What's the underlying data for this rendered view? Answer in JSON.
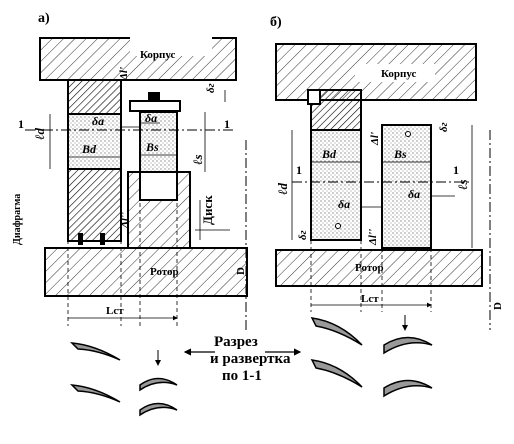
{
  "panel_a": {
    "label": "а)",
    "korpus": "Корпус",
    "rotor": "Ротор",
    "disk": "Диск",
    "diafragma": "Диафрагма",
    "bd": "Bd",
    "bs": "Bs",
    "delta_a_d": "δa",
    "delta_a_s": "δa",
    "delta_g": "δг",
    "delta_l_top": "Δl'",
    "delta_l_bot": "Δl''",
    "l_d": "ℓd",
    "l_s": "ℓs",
    "section": "1",
    "section_r": "1",
    "d": "D",
    "lst": "Lст"
  },
  "panel_b": {
    "label": "б)",
    "korpus": "Корпус",
    "rotor": "Ротор",
    "bd": "Bd",
    "bs": "Bs",
    "delta_a_d": "δa",
    "delta_a_s": "δa",
    "delta_g_top": "δг",
    "delta_g_left": "δг",
    "delta_l_top": "Δl'",
    "delta_l_bot": "Δl''",
    "l_d": "ℓd",
    "l_s": "ℓs",
    "section": "1",
    "section_r": "1",
    "d": "D",
    "lst": "Lст"
  },
  "caption": {
    "line1": "Разрез",
    "line2": "и развертка",
    "line3": "по 1-1"
  }
}
